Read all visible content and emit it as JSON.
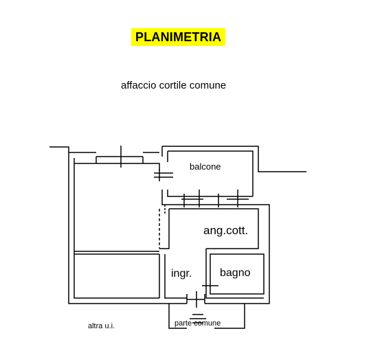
{
  "header": {
    "title": "PLANIMETRIA",
    "subtitle": "affaccio cortile comune",
    "title_bg": "#ffff00"
  },
  "rooms": {
    "balcone": "balcone",
    "ang_cott": "ang.cott.",
    "ingr": "ingr.",
    "bagno": "bagno"
  },
  "labels": {
    "altra_ui": "altra u.i.",
    "parte_comune": "parte comune"
  }
}
